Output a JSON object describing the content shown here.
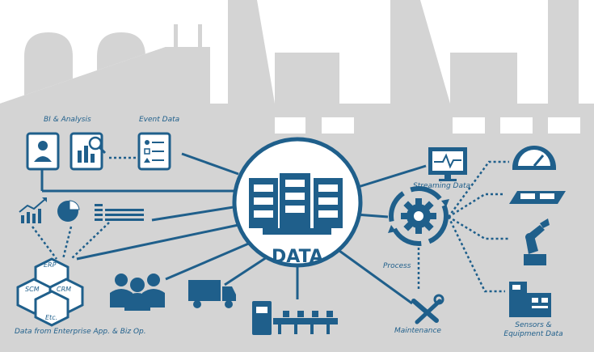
{
  "labels": {
    "bi_analysis": "BI & Analysis",
    "event_data": "Event Data",
    "streaming_data": "Streaming Data",
    "process": "Process",
    "maintenance": "Maintenance",
    "sensors_line1": "Sensors &",
    "sensors_line2": "Equipment Data",
    "enterprise": "Data  from Enterprise App. & Biz Op.",
    "center": "DATA",
    "erp": "ERP",
    "scm": "SCM",
    "crm": "CRM",
    "etc": "Etc."
  },
  "colors": {
    "factory": "#d4d4d4",
    "accent": "#1f5f8b",
    "accent_light": "#2d6e9a",
    "window": "#ffffff"
  }
}
